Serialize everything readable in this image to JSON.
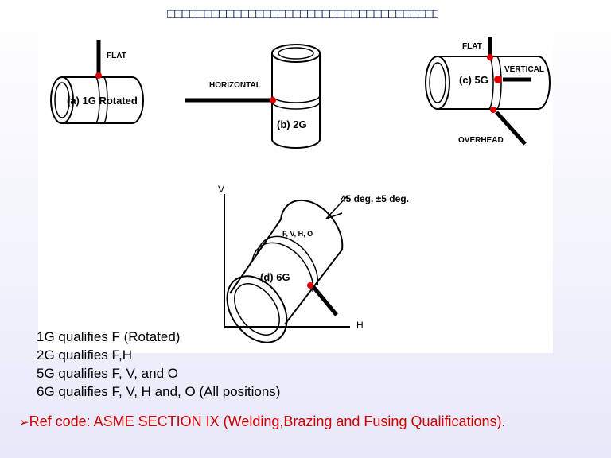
{
  "title": {
    "text": "□□□□□□□□□□□□□□□□□□□□□□□□□□□□□□□□□□□□□□",
    "suffix": "□"
  },
  "diagram": {
    "panel_1g": {
      "caption": "(a) 1G Rotated",
      "label_flat": "FLAT"
    },
    "panel_2g": {
      "caption": "(b) 2G",
      "label_horizontal": "HORIZONTAL"
    },
    "panel_5g": {
      "caption": "(c) 5G",
      "label_flat": "FLAT",
      "label_vertical": "VERTICAL",
      "label_overhead": "OVERHEAD"
    },
    "panel_6g": {
      "caption": "(d) 6G",
      "label_positions": "F, V, H, O",
      "angle_label": "45 deg. ±5 deg.",
      "axis_v": "V",
      "axis_h": "H"
    },
    "colors": {
      "weld_marker": "#e00000",
      "lines": "#000000"
    }
  },
  "legend": [
    "1G  qualifies F (Rotated)",
    "2G qualifies F,H",
    "5G qualifies F, V, and O",
    "6G qualifies F, V, H and, O (All positions)"
  ],
  "reference": {
    "bullet": "➢",
    "text": "Ref code: ASME SECTION IX (Welding,Brazing and Fusing Qualifications)",
    "end": "."
  },
  "colors": {
    "title": "#001a66",
    "reference_text": "#cc0000"
  }
}
